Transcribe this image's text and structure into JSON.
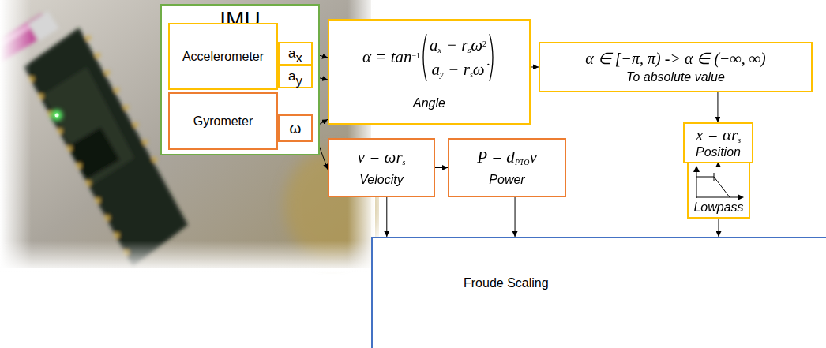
{
  "diagram": {
    "nodes": [
      {
        "text": [
          "IMU"
        ]
      },
      {
        "text": [
          "Accelerometer"
        ],
        "in": 0
      },
      {
        "text": [
          "a",
          "x"
        ],
        "in": 0
      },
      {
        "text": [
          "a",
          "y"
        ],
        "in": 0
      },
      {
        "text": [
          "Gyrometer"
        ],
        "in": 0
      },
      {
        "text": [
          "ω"
        ],
        "in": 0
      },
      {
        "text": [
          "α = tan",
          "−1",
          "a",
          "x",
          "− r",
          "s",
          "ω",
          "2",
          "a",
          "y",
          "− r",
          "s",
          "ω̇",
          "Angle"
        ]
      },
      {
        "text": [
          "α ∈ [−π, π) -> α ∈ (−∞, ∞)",
          "To absolute value"
        ]
      },
      {
        "text": [
          "v = ωr",
          "s",
          "Velocity"
        ]
      },
      {
        "text": [
          "P = d",
          "PTO",
          "v",
          "Power"
        ]
      },
      {
        "text": [
          "x = αr",
          "s",
          "Position"
        ]
      },
      {
        "text": [
          "Lowpass"
        ]
      },
      {
        "text": [
          "Froude Scaling"
        ]
      }
    ],
    "edges": [
      {
        "from": 2,
        "to": 6,
        "arrow": "to"
      },
      {
        "from": 3,
        "to": 6,
        "arrow": "to"
      },
      {
        "from": 5,
        "to": 6,
        "arrow": "to"
      },
      {
        "from": 5,
        "to": 8,
        "arrow": "to"
      },
      {
        "from": 8,
        "to": 9,
        "arrow": "to"
      },
      {
        "from": 6,
        "to": 7,
        "arrow": "to"
      },
      {
        "from": 7,
        "to": 10,
        "arrow": "to"
      },
      {
        "from": 10,
        "to": 11,
        "arrow": "to"
      },
      {
        "from": 8,
        "to": 12,
        "arrow": "to"
      },
      {
        "from": 9,
        "to": 12,
        "arrow": "to"
      },
      {
        "from": 11,
        "to": 12,
        "arrow": "to"
      }
    ]
  }
}
